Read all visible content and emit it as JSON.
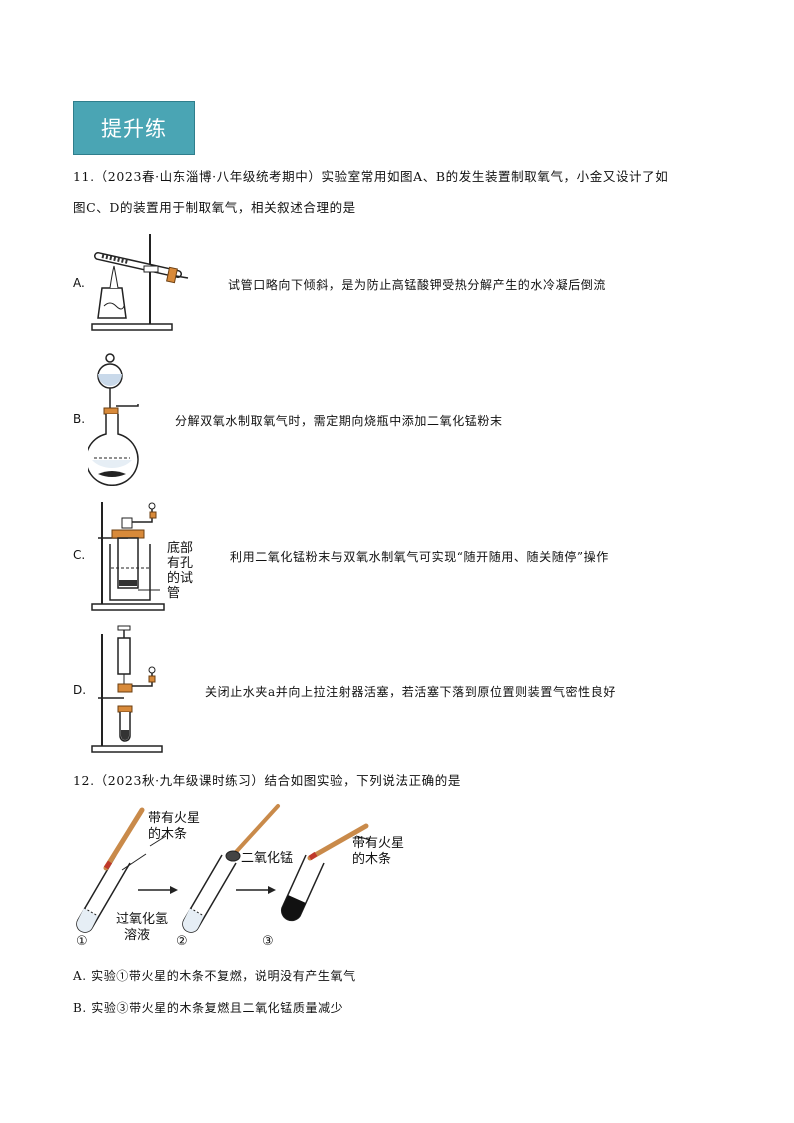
{
  "section_title": "提升练",
  "q11": {
    "line1": "11.（2023春·山东淄博·八年级统考期中）实验室常用如图A、B的发生装置制取氧气，小金又设计了如",
    "line2": "图C、D的装置用于制取氧气，相关叙述合理的是",
    "options": [
      {
        "letter": "A.",
        "text": "试管口略向下倾斜，是为防止高锰酸钾受热分解产生的水冷凝后倒流"
      },
      {
        "letter": "B.",
        "text": "分解双氧水制取氧气时，需定期向烧瓶中添加二氧化锰粉末"
      },
      {
        "letter": "C.",
        "text": "利用二氧化锰粉末与双氧水制氧气可实现“随开随用、随关随停”操作",
        "figure_label": [
          "底部",
          "有孔",
          "的试",
          "管"
        ]
      },
      {
        "letter": "D.",
        "text": "关闭止水夹a并向上拉注射器活塞，若活塞下落到原位置则装置气密性良好"
      }
    ]
  },
  "q12": {
    "line1": "12.（2023秋·九年级课时练习）结合如图实验，下列说法正确的是",
    "figure": {
      "label_splint1": [
        "带有火星",
        "的木条"
      ],
      "label_mno2": "二氧化锰",
      "label_splint2": [
        "带有火星",
        "的木条"
      ],
      "label_solution": [
        "过氧化氢",
        "溶液"
      ],
      "steps": [
        "①",
        "②",
        "③"
      ]
    },
    "options": [
      {
        "letter": "A.",
        "text": "实验①带火星的木条不复燃，说明没有产生氧气"
      },
      {
        "letter": "B.",
        "text": "实验③带火星的木条复燃且二氧化锰质量减少"
      }
    ]
  }
}
